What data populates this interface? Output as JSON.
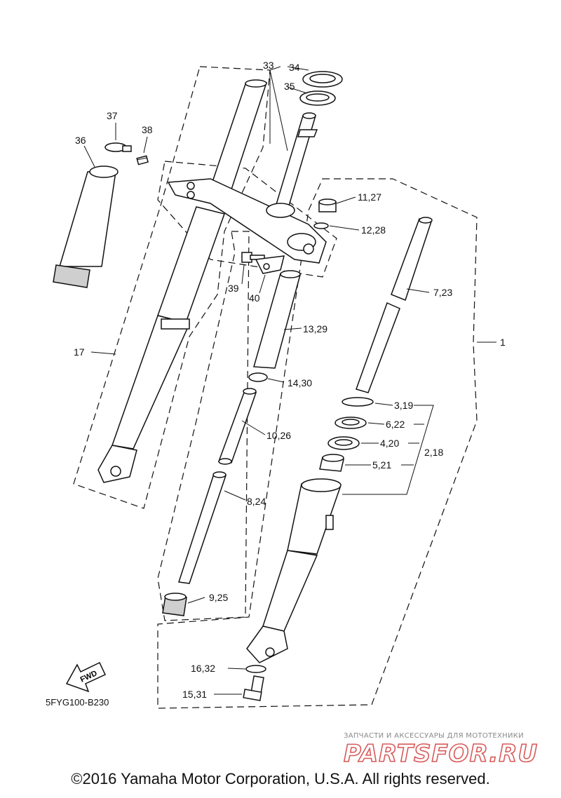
{
  "diagram": {
    "labels": {
      "p33": "33",
      "p34": "34",
      "p35": "35",
      "p37": "37",
      "p38": "38",
      "p36": "36",
      "p11": "11,27",
      "p12": "12,28",
      "p7": "7,23",
      "p39": "39",
      "p40": "40",
      "p13": "13,29",
      "p1": "1",
      "p17": "17",
      "p14": "14,30",
      "p3": "3,19",
      "p6": "6,22",
      "p10": "10,26",
      "p4": "4,20",
      "p2": "2,18",
      "p5": "5,21",
      "p8": "8,24",
      "p9": "9,25",
      "p16": "16,32",
      "p15": "15,31"
    },
    "fwd_label": "FWD",
    "diagram_code": "5FYG100-B230"
  },
  "watermark": {
    "subtitle": "ЗАПЧАСТИ И АКСЕССУАРЫ ДЛЯ МОТОТЕХНИКИ",
    "logo": "PARTSFOR.RU",
    "logo_color": "#d85a5a"
  },
  "footer": {
    "copyright": "©2016 Yamaha Motor Corporation, U.S.A. All rights reserved."
  }
}
